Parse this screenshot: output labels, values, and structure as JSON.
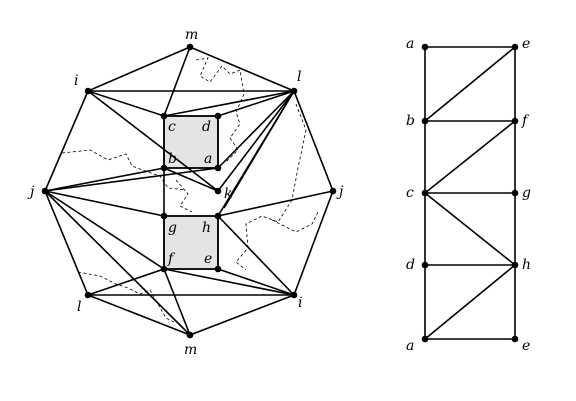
{
  "left_graph": {
    "vertex_labels": {
      "top_m": "m",
      "top_left_i": "i",
      "top_right_l": "l",
      "left_j": "j",
      "right_j": "j",
      "bottom_left_l": "l",
      "bottom_right_i": "i",
      "bottom_m": "m",
      "c": "c",
      "d": "d",
      "b": "b",
      "a": "a",
      "k": "k",
      "g": "g",
      "h": "h",
      "f": "f",
      "e": "e"
    }
  },
  "right_graph": {
    "vertex_labels": {
      "a_top": "a",
      "e_top": "e",
      "b": "b",
      "f": "f",
      "c": "c",
      "g": "g",
      "d": "d",
      "h": "h",
      "a_bottom": "a",
      "e_bottom": "e"
    }
  },
  "colors": {
    "stroke": "#000000",
    "square_fill": "#e4e4e4"
  }
}
